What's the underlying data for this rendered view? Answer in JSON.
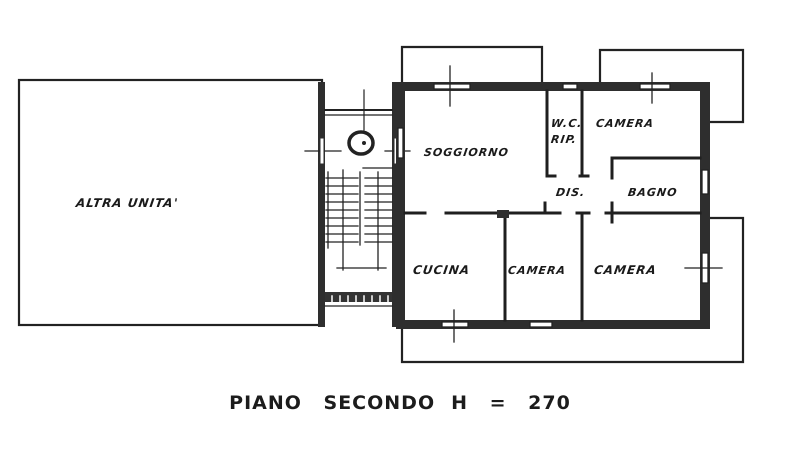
{
  "plan": {
    "title": "PIANO SECONDO",
    "height_label": "H = 270",
    "colors": {
      "wall": "#2e2e2e",
      "line": "#1f1f1f",
      "background": "#ffffff"
    }
  },
  "rooms": {
    "other_unit": "ALTRA UNITA'",
    "living_room": "SOGGIORNO",
    "wc": "W.C.",
    "storage": "RIP.",
    "bedroom_top": "CAMERA",
    "hallway": "DIS.",
    "bathroom": "BAGNO",
    "kitchen": "CUCINA",
    "bedroom_middle": "CAMERA",
    "bedroom_right": "CAMERA"
  },
  "icons": {
    "stairs": "staircase",
    "elevator": "circular-shaft",
    "windows": "window-cross-markers"
  }
}
